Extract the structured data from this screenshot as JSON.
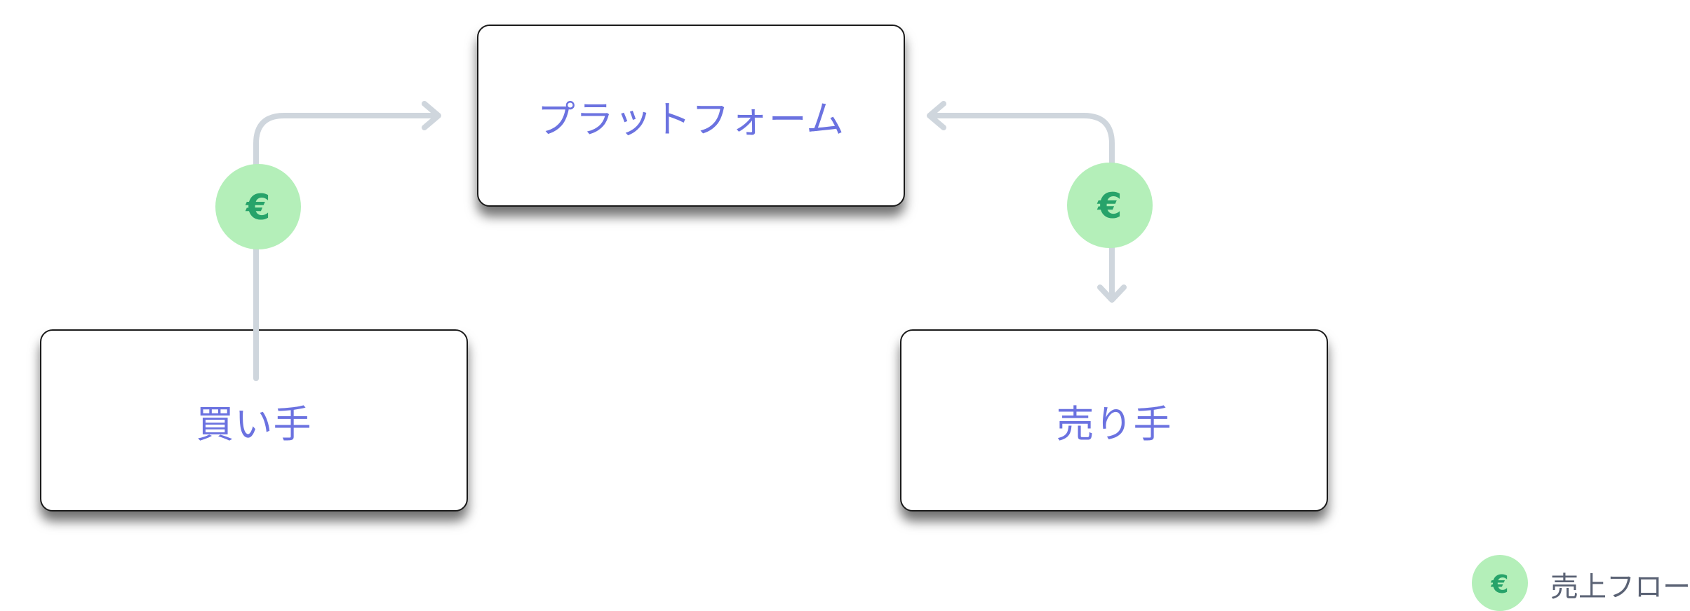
{
  "nodes": {
    "platform": "プラットフォーム",
    "buyer": "買い手",
    "seller": "売り手"
  },
  "badges": {
    "symbol": "€"
  },
  "legend": {
    "symbol": "€",
    "label": "売上フロー"
  },
  "colors": {
    "node_text": "#6b72e0",
    "connector": "#cfd6dd",
    "badge_fill": "#b4efb9",
    "badge_symbol": "#27a36a",
    "legend_text": "#5a6274"
  }
}
